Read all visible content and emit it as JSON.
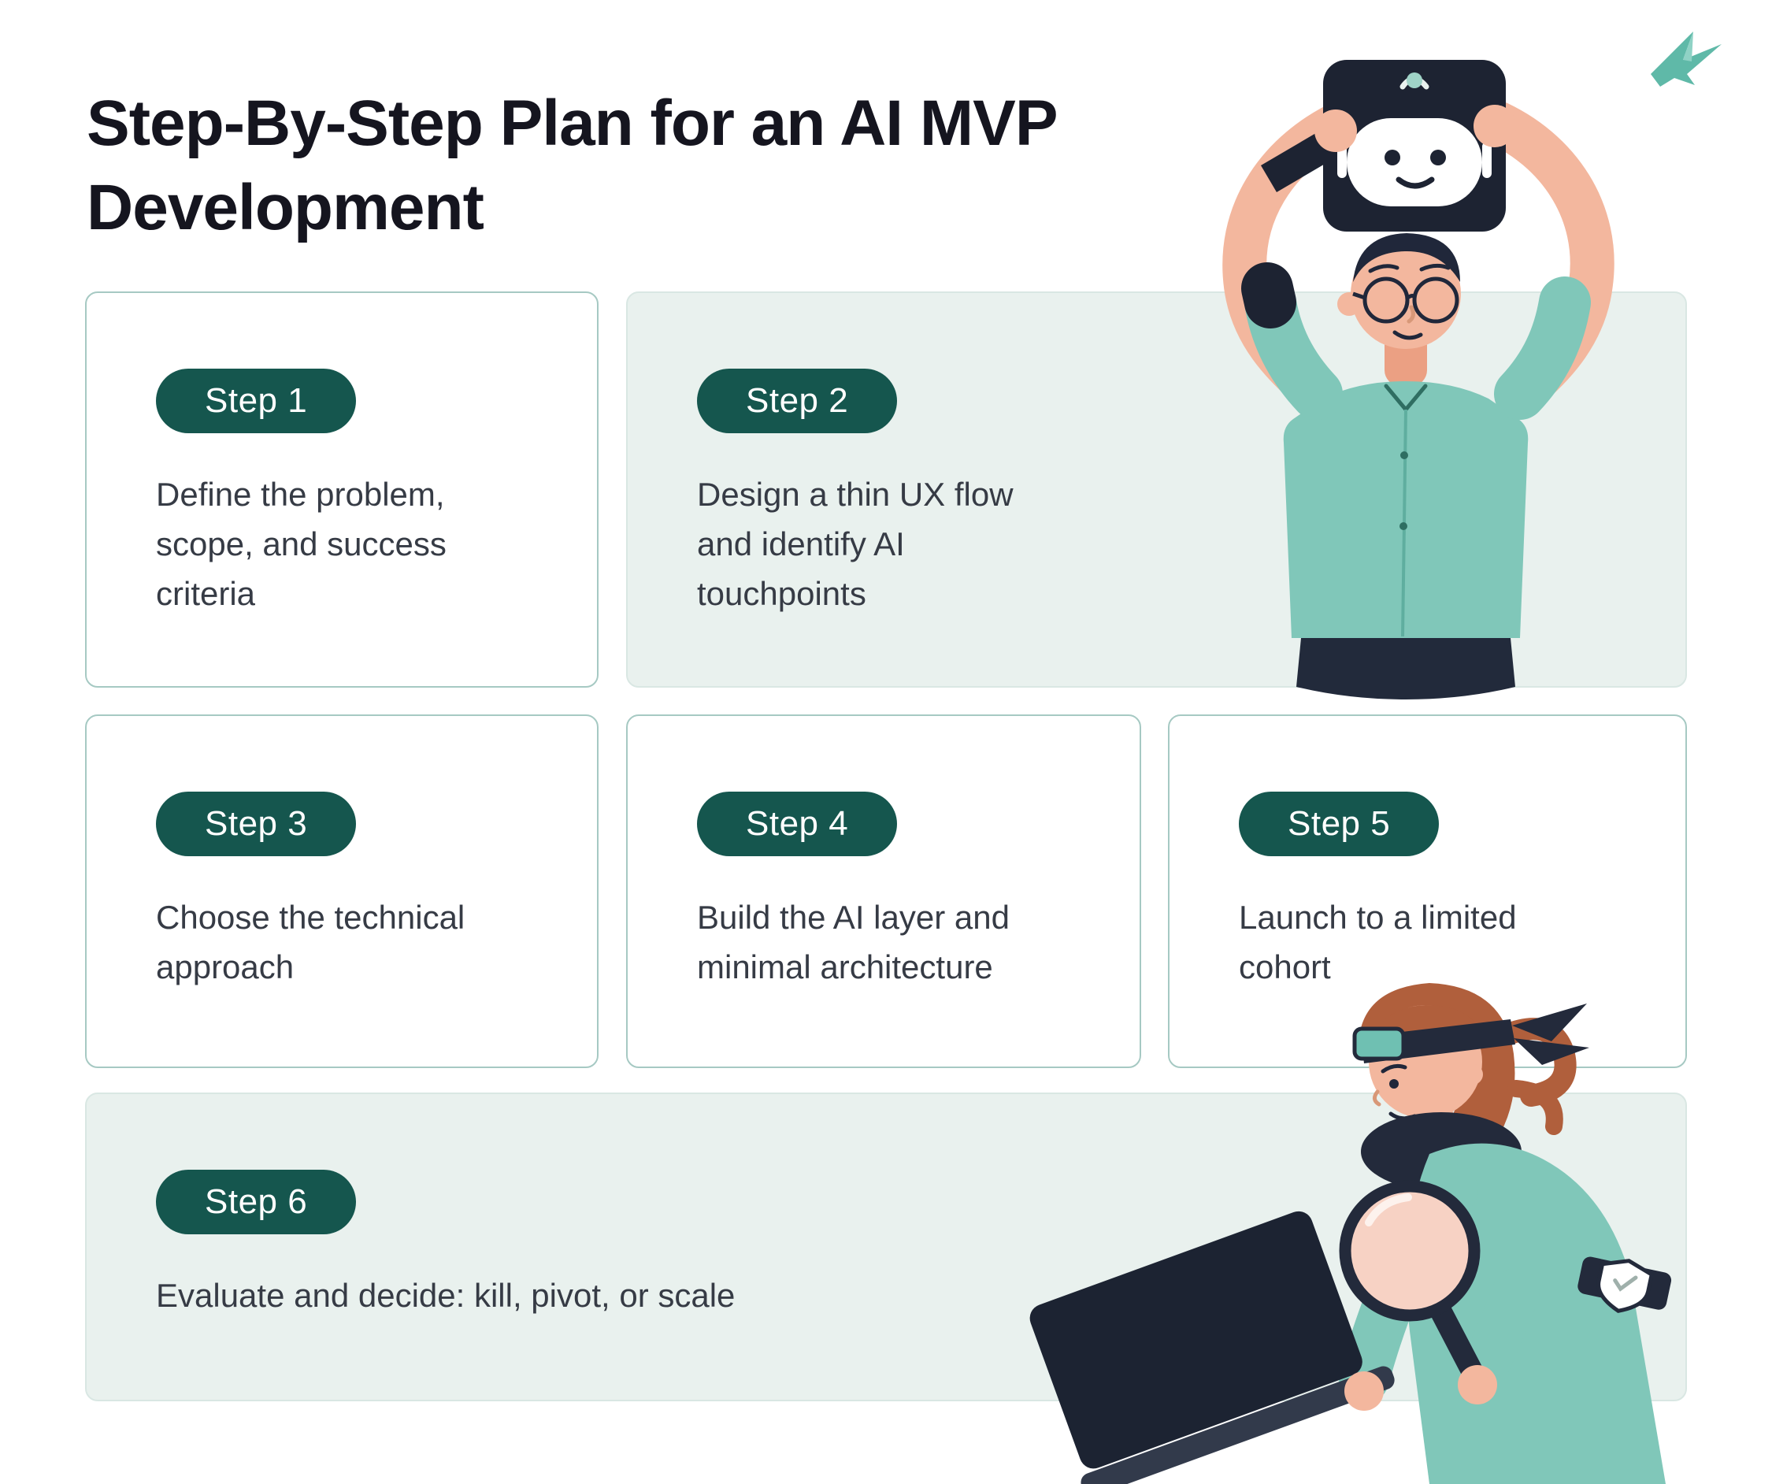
{
  "header": {
    "title_line1": "Step-By-Step Plan for an AI MVP",
    "title_line2": "Development"
  },
  "colors": {
    "pill-bg": "#15564e",
    "pill-text": "#ffffff",
    "card-border": "#a6c9c3",
    "card-filled-bg": "#e9f1ee",
    "title-color": "#15151f",
    "body-color": "#363b45",
    "accent-teal": "#80c7b9",
    "dark-navy": "#222a3b",
    "skin-tone": "#f3b79e",
    "hair-red": "#b05f3c",
    "logo-teal": "#5fb9a8"
  },
  "steps": [
    {
      "label": "Step 1",
      "description": "Define the problem, scope, and success criteria",
      "style": "outline"
    },
    {
      "label": "Step 2",
      "description": "Design a thin UX flow and identify AI touchpoints",
      "style": "filled"
    },
    {
      "label": "Step 3",
      "description": "Choose the technical approach",
      "style": "outline"
    },
    {
      "label": "Step 4",
      "description": "Build the AI layer and minimal architecture",
      "style": "outline"
    },
    {
      "label": "Step 5",
      "description": "Launch to a limited cohort",
      "style": "outline"
    },
    {
      "label": "Step 6",
      "description": "Evaluate and decide: kill, pivot, or scale",
      "style": "filled"
    }
  ],
  "illustrations": {
    "man": "man-holding-ai-robot-sign",
    "woman": "woman-with-laptop-and-magnifying-glass",
    "logo": "origami-bird-logo"
  }
}
